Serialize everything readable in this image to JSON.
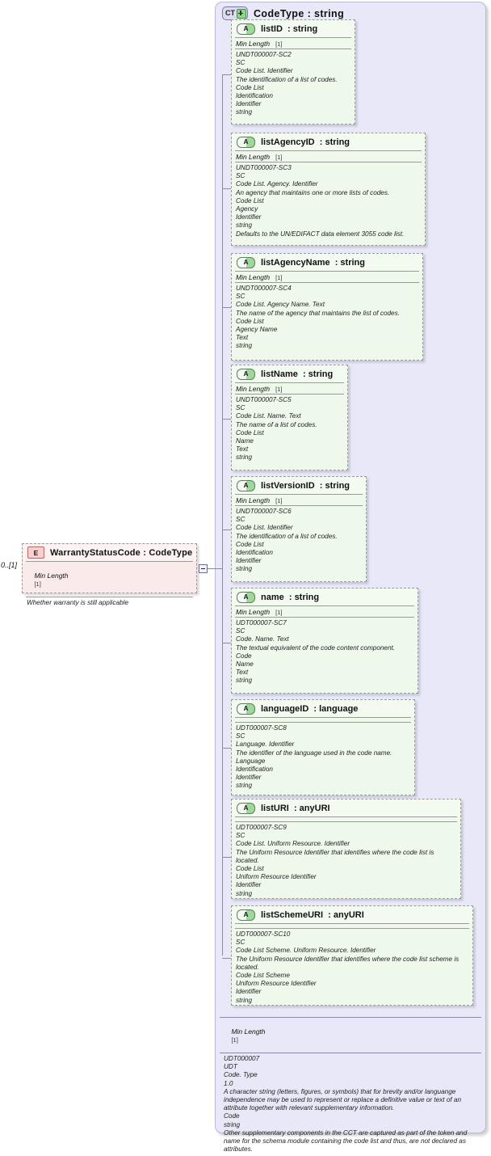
{
  "diagram": {
    "kind": "xsd-complextype-diagram",
    "complex_type": {
      "badge": "CT",
      "badge_icon": "plus-square-icon",
      "title": "CodeType : string"
    },
    "element": {
      "badge": "E",
      "name": "WarrantyStatusCode : CodeType",
      "cardinality": "0..[1]",
      "facet_label": "Min Length",
      "facet_value": "[1]",
      "documentation": "Whether warranty is still applicable",
      "toggle_state": "expanded"
    },
    "attributes": [
      {
        "badge": "A",
        "name": "listID",
        "type": ": string",
        "facet_label": "Min Length",
        "facet_value": "[1]",
        "lines": [
          "UNDT000007-SC2",
          "SC",
          "Code List. Identifier",
          "The identification of a list of codes.",
          "Code List",
          "Identification",
          "Identifier",
          "string"
        ]
      },
      {
        "badge": "A",
        "name": "listAgencyID",
        "type": ": string",
        "facet_label": "Min Length",
        "facet_value": "[1]",
        "lines": [
          "UNDT000007-SC3",
          "SC",
          "Code List. Agency. Identifier",
          "An agency that maintains one or more lists of codes.",
          "Code List",
          "Agency",
          "Identifier",
          "string",
          "Defaults to the UN/EDIFACT data element 3055 code list."
        ]
      },
      {
        "badge": "A",
        "name": "listAgencyName",
        "type": ": string",
        "facet_label": "Min Length",
        "facet_value": "[1]",
        "lines": [
          "UNDT000007-SC4",
          "SC",
          "Code List. Agency Name. Text",
          "The name of the agency that maintains the list of codes.",
          "Code List",
          "Agency Name",
          "Text",
          "string"
        ]
      },
      {
        "badge": "A",
        "name": "listName",
        "type": ": string",
        "facet_label": "Min Length",
        "facet_value": "[1]",
        "lines": [
          "UNDT000007-SC5",
          "SC",
          "Code List. Name. Text",
          "The name of a list of codes.",
          "Code List",
          "Name",
          "Text",
          "string"
        ]
      },
      {
        "badge": "A",
        "name": "listVersionID",
        "type": ": string",
        "facet_label": "Min Length",
        "facet_value": "[1]",
        "lines": [
          "UNDT000007-SC6",
          "SC",
          "Code List. Identifier",
          "The identification of a list of codes.",
          "Code List",
          "Identification",
          "Identifier",
          "string"
        ]
      },
      {
        "badge": "A",
        "name": "name",
        "type": ": string",
        "facet_label": "Min Length",
        "facet_value": "[1]",
        "lines": [
          "UDT000007-SC7",
          "SC",
          "Code. Name. Text",
          "The textual equivalent of the code content component.",
          "Code",
          "Name",
          "Text",
          "string"
        ]
      },
      {
        "badge": "A",
        "name": "languageID",
        "type": ": language",
        "facet_label": "",
        "facet_value": "",
        "lines": [
          "UDT000007-SC8",
          "SC",
          "Language. Identifier",
          "The identifier of the language used in the code name.",
          "Language",
          "Identification",
          "Identifier",
          "string"
        ]
      },
      {
        "badge": "A",
        "name": "listURI",
        "type": ": anyURI",
        "facet_label": "",
        "facet_value": "",
        "lines": [
          "UDT000007-SC9",
          "SC",
          "Code List. Uniform Resource. Identifier",
          "The Uniform Resource Identifier that identifies where the code list is located.",
          "Code List",
          "Uniform Resource Identifier",
          "Identifier",
          "string"
        ]
      },
      {
        "badge": "A",
        "name": "listSchemeURI",
        "type": ": anyURI",
        "facet_label": "",
        "facet_value": "",
        "lines": [
          "UDT000007-SC10",
          "SC",
          "Code List Scheme. Uniform Resource. Identifier",
          "The Uniform Resource Identifier that identifies where the code list scheme is located.",
          "Code List Scheme",
          "Uniform Resource Identifier",
          "Identifier",
          "string"
        ]
      }
    ],
    "type_documentation": {
      "facet_label": "Min Length",
      "facet_value": "[1]",
      "lines": [
        "UDT000007",
        "UDT",
        "Code. Type",
        "1.0",
        "A character string (letters, figures, or symbols) that for brevity and/or languange independence may be used to represent or replace a definitive value or text of an attribute together with relevant supplementary information.",
        "Code",
        "string",
        "Other supplementary components in the CCT are captured as part of the token and name for the schema module containing the code list and thus, are not declared as attributes."
      ]
    }
  },
  "colors": {
    "container_bg": "#e8e8f8",
    "attribute_bg": "#eef9ec",
    "element_bg": "#fbeaea",
    "border": "#9a9a9a",
    "spine": "#8a8aa8"
  }
}
